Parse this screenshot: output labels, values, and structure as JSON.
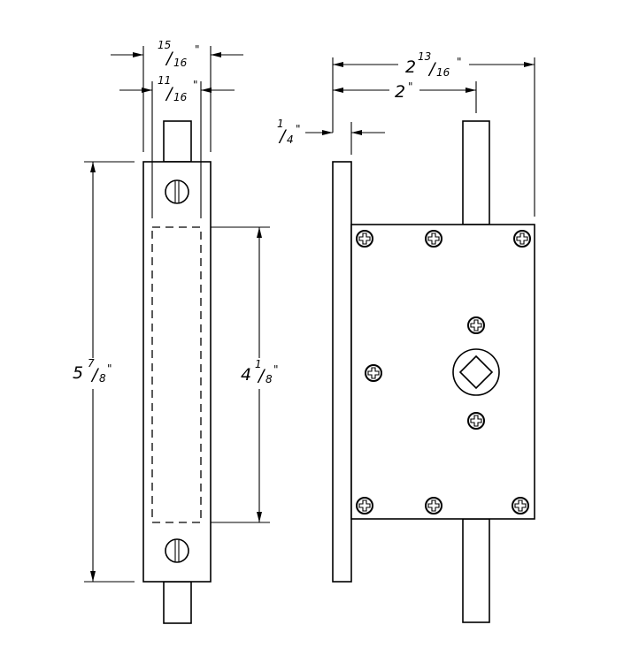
{
  "drawing": {
    "dimensions": {
      "front_width": {
        "num": "15",
        "den": "16",
        "unit": "\""
      },
      "front_inner_width": {
        "num": "11",
        "den": "16",
        "unit": "\""
      },
      "front_height": {
        "whole": "5",
        "num": "7",
        "den": "8",
        "unit": "\""
      },
      "front_inner_height": {
        "whole": "4",
        "num": "1",
        "den": "8",
        "unit": "\""
      },
      "side_total_depth": {
        "whole": "2",
        "num": "13",
        "den": "16",
        "unit": "\""
      },
      "side_rod_offset": {
        "whole": "2",
        "unit": "\""
      },
      "plate_thickness": {
        "num": "1",
        "den": "4",
        "unit": "\""
      }
    },
    "slash": "/",
    "line_color": "#000000",
    "background": "#ffffff"
  }
}
